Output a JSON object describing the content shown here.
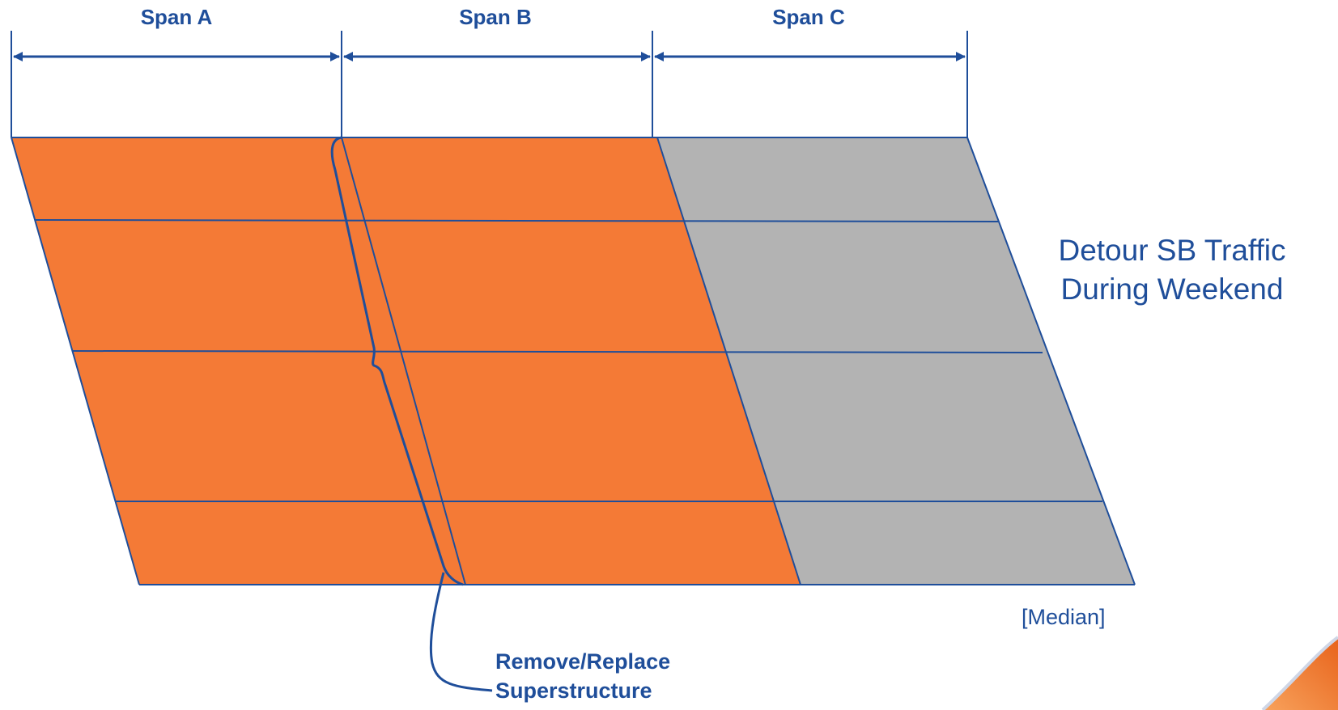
{
  "spans": [
    {
      "label": "Span A"
    },
    {
      "label": "Span B"
    },
    {
      "label": "Span C"
    }
  ],
  "notes": {
    "detour_line1": "Detour SB Traffic",
    "detour_line2": "During Weekend",
    "median": "[Median]",
    "callout_line1": "Remove/Replace",
    "callout_line2": "Superstructure"
  },
  "colors": {
    "line": "#1f4e9a",
    "work_zone": "#f47a36",
    "open_zone": "#b3b3b3",
    "corner_accent": "#f47a36"
  }
}
